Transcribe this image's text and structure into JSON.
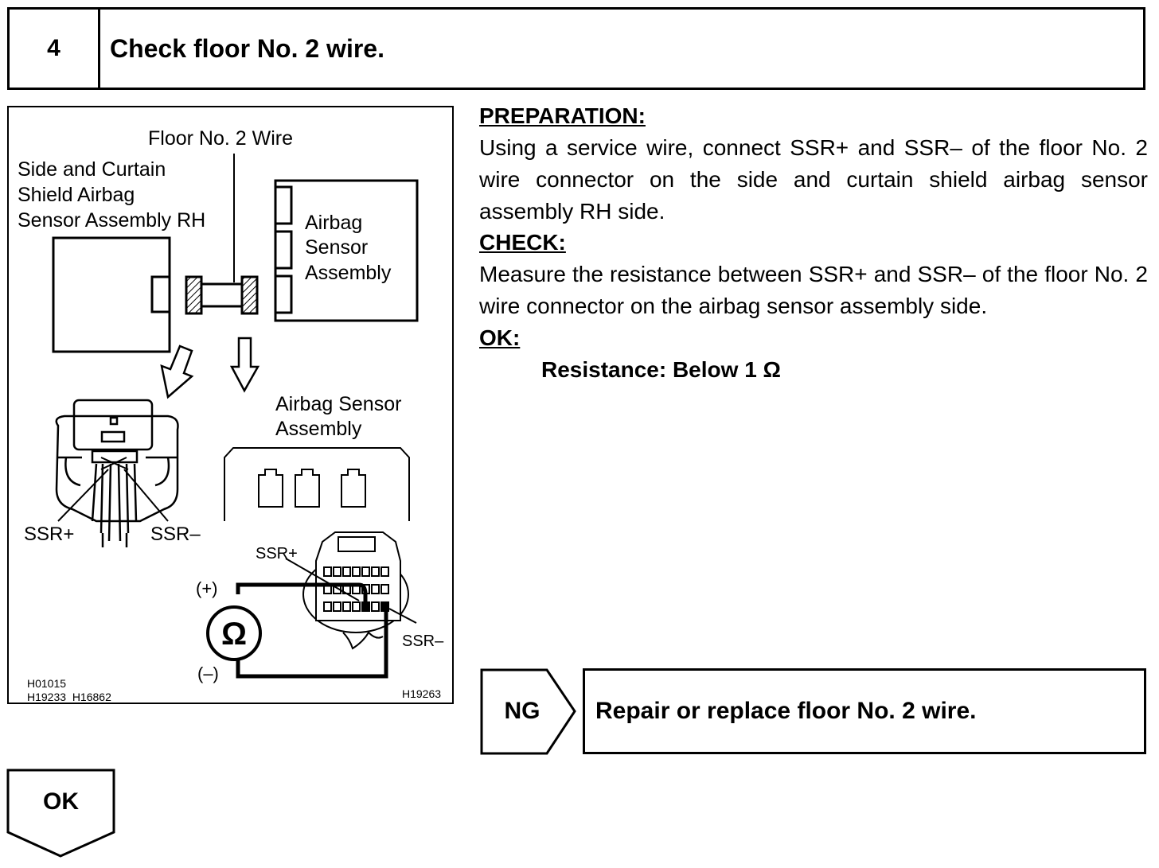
{
  "step": {
    "number": "4",
    "title": "Check floor No. 2 wire."
  },
  "figure": {
    "label_floor_wire": "Floor No. 2 Wire",
    "label_side_sensor": [
      "Side and Curtain",
      "Shield Airbag",
      "Sensor Assembly RH"
    ],
    "label_airbag_box": [
      "Airbag",
      "Sensor",
      "Assembly"
    ],
    "label_airbag_sensor": [
      "Airbag Sensor",
      "Assembly"
    ],
    "ssr_plus": "SSR+",
    "ssr_minus": "SSR–",
    "meter_plus": "(+)",
    "meter_minus": "(–)",
    "meter_symbol": "Ω",
    "codes_left": [
      "H01015",
      "H19233  H16862"
    ],
    "code_right": "H19263"
  },
  "instructions": {
    "preparation_heading": "PREPARATION:",
    "preparation_text": "Using a service wire, connect SSR+ and SSR– of the floor No. 2 wire connector on the side and curtain shield airbag sensor assembly RH side.",
    "check_heading": "CHECK:",
    "check_text": "Measure the resistance between SSR+ and SSR– of the floor No. 2 wire connector on the airbag sensor assembly side.",
    "ok_heading": "OK:",
    "ok_spec": "Resistance: Below 1 Ω"
  },
  "ng": {
    "label": "NG",
    "action": "Repair or replace floor No. 2 wire."
  },
  "ok": {
    "label": "OK"
  }
}
